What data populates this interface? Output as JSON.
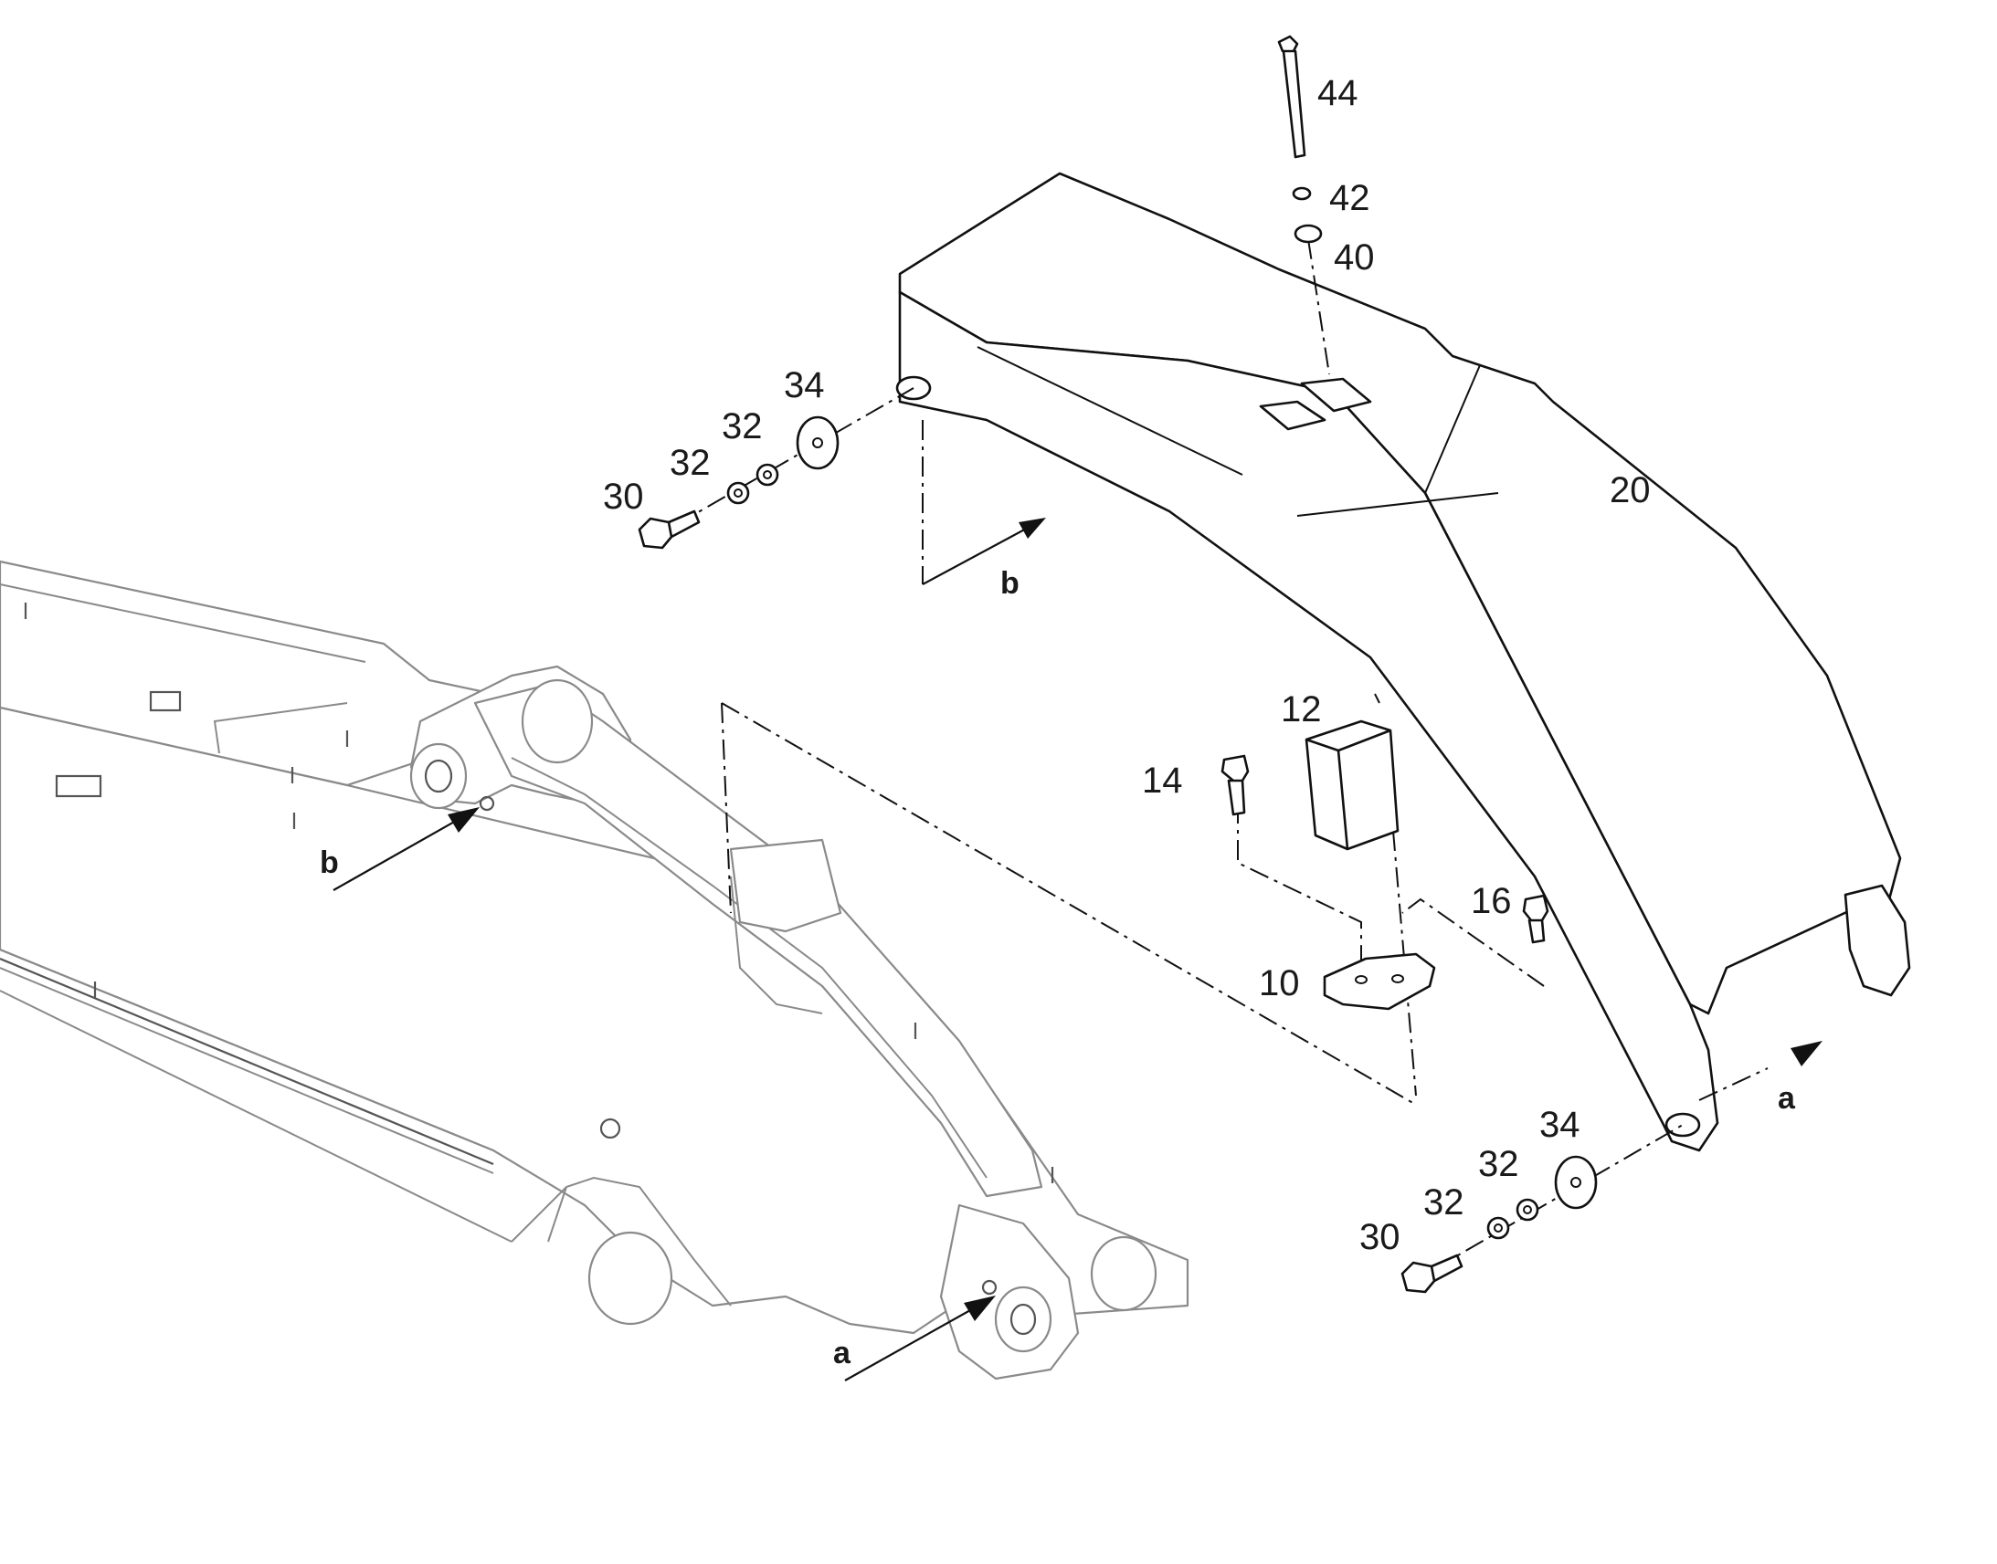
{
  "labels": {
    "part_44": "44",
    "part_42": "42",
    "part_40": "40",
    "part_34_top": "34",
    "part_32_top_a": "32",
    "part_32_top_b": "32",
    "part_30_top": "30",
    "part_20": "20",
    "part_12": "12",
    "part_14": "14",
    "part_16": "16",
    "part_10": "10",
    "part_34_bottom": "34",
    "part_32_bottom_a": "32",
    "part_32_bottom_b": "32",
    "part_30_bottom": "30",
    "ref_b_top": "b",
    "ref_b_boom": "b",
    "ref_a_right": "a",
    "ref_a_boom": "a"
  }
}
